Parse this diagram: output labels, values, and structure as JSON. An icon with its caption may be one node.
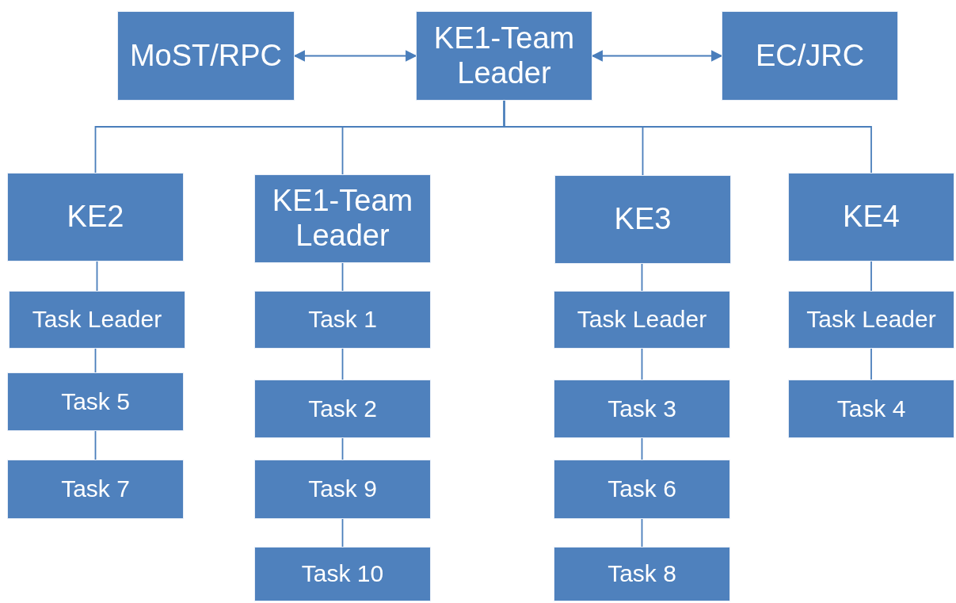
{
  "diagram": {
    "nodes": [
      {
        "text": [
          "MoST/RPC"
        ]
      },
      {
        "text": [
          "KE1-Team Leader"
        ]
      },
      {
        "text": [
          "EC/JRC"
        ]
      },
      {
        "text": [
          "KE2"
        ]
      },
      {
        "text": [
          "KE1-Team Leader"
        ]
      },
      {
        "text": [
          "KE3"
        ]
      },
      {
        "text": [
          "KE4"
        ]
      },
      {
        "text": [
          "Task Leader"
        ]
      },
      {
        "text": [
          "Task 5"
        ]
      },
      {
        "text": [
          "Task 7"
        ]
      },
      {
        "text": [
          "Task 1"
        ]
      },
      {
        "text": [
          "Task 2"
        ]
      },
      {
        "text": [
          "Task 9"
        ]
      },
      {
        "text": [
          "Task 10"
        ]
      },
      {
        "text": [
          "Task Leader"
        ]
      },
      {
        "text": [
          "Task 3"
        ]
      },
      {
        "text": [
          "Task 6"
        ]
      },
      {
        "text": [
          "Task 8"
        ]
      },
      {
        "text": [
          "Task Leader"
        ]
      },
      {
        "text": [
          "Task 4"
        ]
      }
    ],
    "edges": [
      {
        "from": 0,
        "to": 1,
        "arrow": "both"
      },
      {
        "from": 1,
        "to": 2,
        "arrow": "both"
      },
      {
        "from": 1,
        "to": 3,
        "arrow": "none"
      },
      {
        "from": 1,
        "to": 4,
        "arrow": "none"
      },
      {
        "from": 1,
        "to": 5,
        "arrow": "none"
      },
      {
        "from": 1,
        "to": 6,
        "arrow": "none"
      },
      {
        "from": 3,
        "to": 7,
        "arrow": "none"
      },
      {
        "from": 7,
        "to": 8,
        "arrow": "none"
      },
      {
        "from": 8,
        "to": 9,
        "arrow": "none"
      },
      {
        "from": 4,
        "to": 10,
        "arrow": "none"
      },
      {
        "from": 10,
        "to": 11,
        "arrow": "none"
      },
      {
        "from": 11,
        "to": 12,
        "arrow": "none"
      },
      {
        "from": 12,
        "to": 13,
        "arrow": "none"
      },
      {
        "from": 5,
        "to": 14,
        "arrow": "none"
      },
      {
        "from": 14,
        "to": 15,
        "arrow": "none"
      },
      {
        "from": 15,
        "to": 16,
        "arrow": "none"
      },
      {
        "from": 16,
        "to": 17,
        "arrow": "none"
      },
      {
        "from": 6,
        "to": 18,
        "arrow": "none"
      },
      {
        "from": 18,
        "to": 19,
        "arrow": "none"
      }
    ]
  }
}
